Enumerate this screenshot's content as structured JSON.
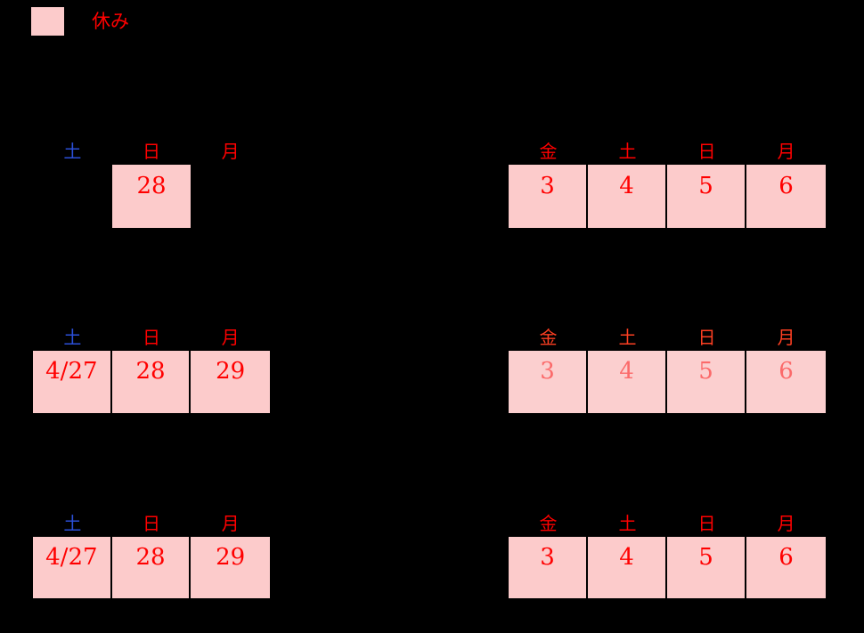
{
  "legend": {
    "swatch_color": "#fccbcb",
    "label": "休み",
    "label_color": "#ff0000"
  },
  "colors": {
    "background": "#000000",
    "cell_fill": "#fccbcb",
    "text_red": "#ff0000",
    "text_blue": "#2b4fd8",
    "faded_text": "#fb6a6a"
  },
  "rows": [
    {
      "left": {
        "headers": [
          {
            "label": "土",
            "color": "blue"
          },
          {
            "label": "日",
            "color": "red"
          },
          {
            "label": "月",
            "color": "red"
          }
        ],
        "cells": [
          {
            "value": "",
            "filled": false
          },
          {
            "value": "28",
            "filled": true
          },
          {
            "value": "",
            "filled": false
          }
        ]
      },
      "right": {
        "headers": [
          {
            "label": "金",
            "color": "red"
          },
          {
            "label": "土",
            "color": "red"
          },
          {
            "label": "日",
            "color": "red"
          },
          {
            "label": "月",
            "color": "red"
          }
        ],
        "cells": [
          {
            "value": "3",
            "filled": true
          },
          {
            "value": "4",
            "filled": true
          },
          {
            "value": "5",
            "filled": true
          },
          {
            "value": "6",
            "filled": true
          }
        ]
      }
    },
    {
      "left": {
        "headers": [
          {
            "label": "土",
            "color": "blue"
          },
          {
            "label": "日",
            "color": "red"
          },
          {
            "label": "月",
            "color": "red"
          }
        ],
        "cells": [
          {
            "value": "4/27",
            "filled": true
          },
          {
            "value": "28",
            "filled": true
          },
          {
            "value": "29",
            "filled": true
          }
        ]
      },
      "right": {
        "headers": [
          {
            "label": "金",
            "color": "red"
          },
          {
            "label": "土",
            "color": "red"
          },
          {
            "label": "日",
            "color": "red"
          },
          {
            "label": "月",
            "color": "red"
          }
        ],
        "cells": [
          {
            "value": "3",
            "filled": true
          },
          {
            "value": "4",
            "filled": true
          },
          {
            "value": "5",
            "filled": true
          },
          {
            "value": "6",
            "filled": true
          }
        ]
      }
    },
    {
      "left": {
        "headers": [
          {
            "label": "土",
            "color": "blue"
          },
          {
            "label": "日",
            "color": "red"
          },
          {
            "label": "月",
            "color": "red"
          }
        ],
        "cells": [
          {
            "value": "4/27",
            "filled": true
          },
          {
            "value": "28",
            "filled": true
          },
          {
            "value": "29",
            "filled": true
          }
        ]
      },
      "right": {
        "headers": [
          {
            "label": "金",
            "color": "red"
          },
          {
            "label": "土",
            "color": "red"
          },
          {
            "label": "日",
            "color": "red"
          },
          {
            "label": "月",
            "color": "red"
          }
        ],
        "cells": [
          {
            "value": "3",
            "filled": true
          },
          {
            "value": "4",
            "filled": true
          },
          {
            "value": "5",
            "filled": true
          },
          {
            "value": "6",
            "filled": true
          }
        ]
      }
    }
  ]
}
